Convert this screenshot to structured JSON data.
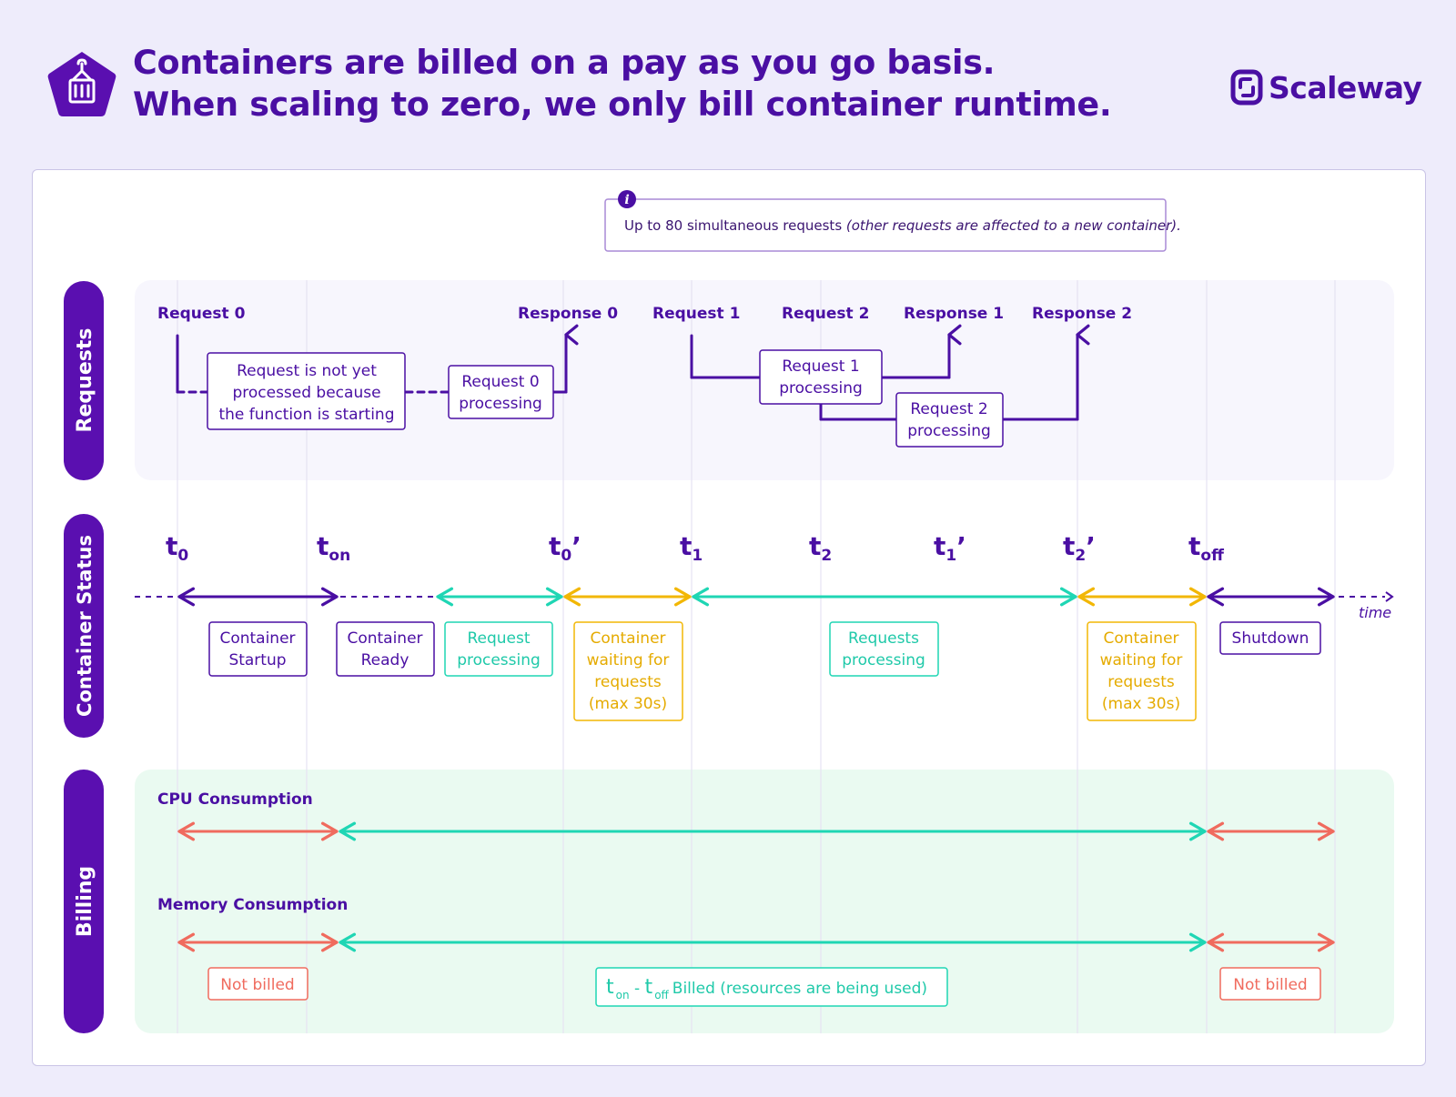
{
  "title": {
    "line1": "Containers are billed on a pay as you go basis.",
    "line2": "When scaling to zero, we only bill container runtime."
  },
  "brand": {
    "name": "Scaleway",
    "icon": "scaleway-logo-icon"
  },
  "header_icon": "container-icon",
  "info": {
    "icon": "info-icon",
    "text": "Up to 80 simultaneous requests ",
    "note": "(other requests are affected to a new container)."
  },
  "sections": {
    "requests": "Requests",
    "status": "Container Status",
    "billing": "Billing"
  },
  "requests": {
    "request0": "Request 0",
    "response0": "Response 0",
    "request1": "Request 1",
    "request2": "Request 2",
    "response1": "Response 1",
    "response2": "Response 2",
    "not_processed": [
      "Request is not yet",
      "processed because",
      "the function is starting"
    ],
    "r0_processing": [
      "Request 0",
      "processing"
    ],
    "r1_processing": [
      "Request 1",
      "processing"
    ],
    "r2_processing": [
      "Request 2",
      "processing"
    ]
  },
  "timeline": {
    "times": [
      {
        "base": "t",
        "sub": "0",
        "prime": ""
      },
      {
        "base": "t",
        "sub": "on",
        "prime": ""
      },
      {
        "base": "t",
        "sub": "0",
        "prime": "’"
      },
      {
        "base": "t",
        "sub": "1",
        "prime": ""
      },
      {
        "base": "t",
        "sub": "2",
        "prime": ""
      },
      {
        "base": "t",
        "sub": "1",
        "prime": "’"
      },
      {
        "base": "t",
        "sub": "2",
        "prime": "’"
      },
      {
        "base": "t",
        "sub": "off",
        "prime": ""
      }
    ],
    "axis_label": "time",
    "states": {
      "startup": [
        "Container",
        "Startup"
      ],
      "ready": [
        "Container",
        "Ready"
      ],
      "req_processing": [
        "Request",
        "processing"
      ],
      "waiting1": [
        "Container",
        "waiting for",
        "requests",
        "(max 30s)"
      ],
      "reqs_processing": [
        "Requests",
        "processing"
      ],
      "waiting2": [
        "Container",
        "waiting for",
        "requests",
        "(max 30s)"
      ],
      "shutdown": [
        "Shutdown"
      ]
    }
  },
  "billing": {
    "cpu": "CPU Consumption",
    "memory": "Memory Consumption",
    "not_billed_left": "Not billed",
    "not_billed_right": "Not billed",
    "billed": {
      "t": "t",
      "on": "on",
      "dash": " - ",
      "off": "off",
      "text": "Billed (resources are being used)"
    }
  },
  "colors": {
    "purple": "#4a0fa3",
    "teal": "#1fd6b4",
    "yellow": "#f2b705",
    "red": "#f06b5e",
    "background": "#eeecfb",
    "requests_panel": "#f7f6fd",
    "billing_panel": "#eafaf1"
  }
}
